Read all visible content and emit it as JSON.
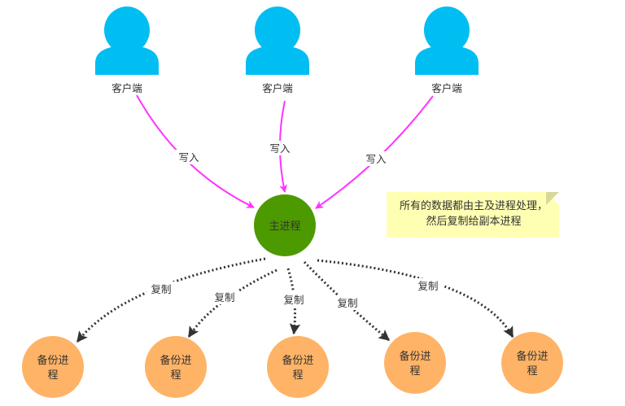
{
  "colors": {
    "client": "#00bef2",
    "main": "#4d9900",
    "backup": "#ffb366",
    "write_edge": "#ff33ff",
    "copy_edge": "#333333",
    "note_bg": "#ffffb3"
  },
  "clients": [
    {
      "label": "客户端"
    },
    {
      "label": "客户端"
    },
    {
      "label": "客户端"
    }
  ],
  "main_node": {
    "label": "主进程"
  },
  "backups": [
    {
      "line1": "备份进",
      "line2": "程"
    },
    {
      "line1": "备份进",
      "line2": "程"
    },
    {
      "line1": "备份进",
      "line2": "程"
    },
    {
      "line1": "备份进",
      "line2": "程"
    },
    {
      "line1": "备份进",
      "line2": "程"
    }
  ],
  "write_edges": [
    {
      "label": "写入"
    },
    {
      "label": "写入"
    },
    {
      "label": "写入"
    }
  ],
  "copy_edges": [
    {
      "label": "复制"
    },
    {
      "label": "复制"
    },
    {
      "label": "复制"
    },
    {
      "label": "复制"
    },
    {
      "label": "复制"
    }
  ],
  "note": {
    "text": "所有的数据都由主及进程处理，然后复制给副本进程"
  }
}
